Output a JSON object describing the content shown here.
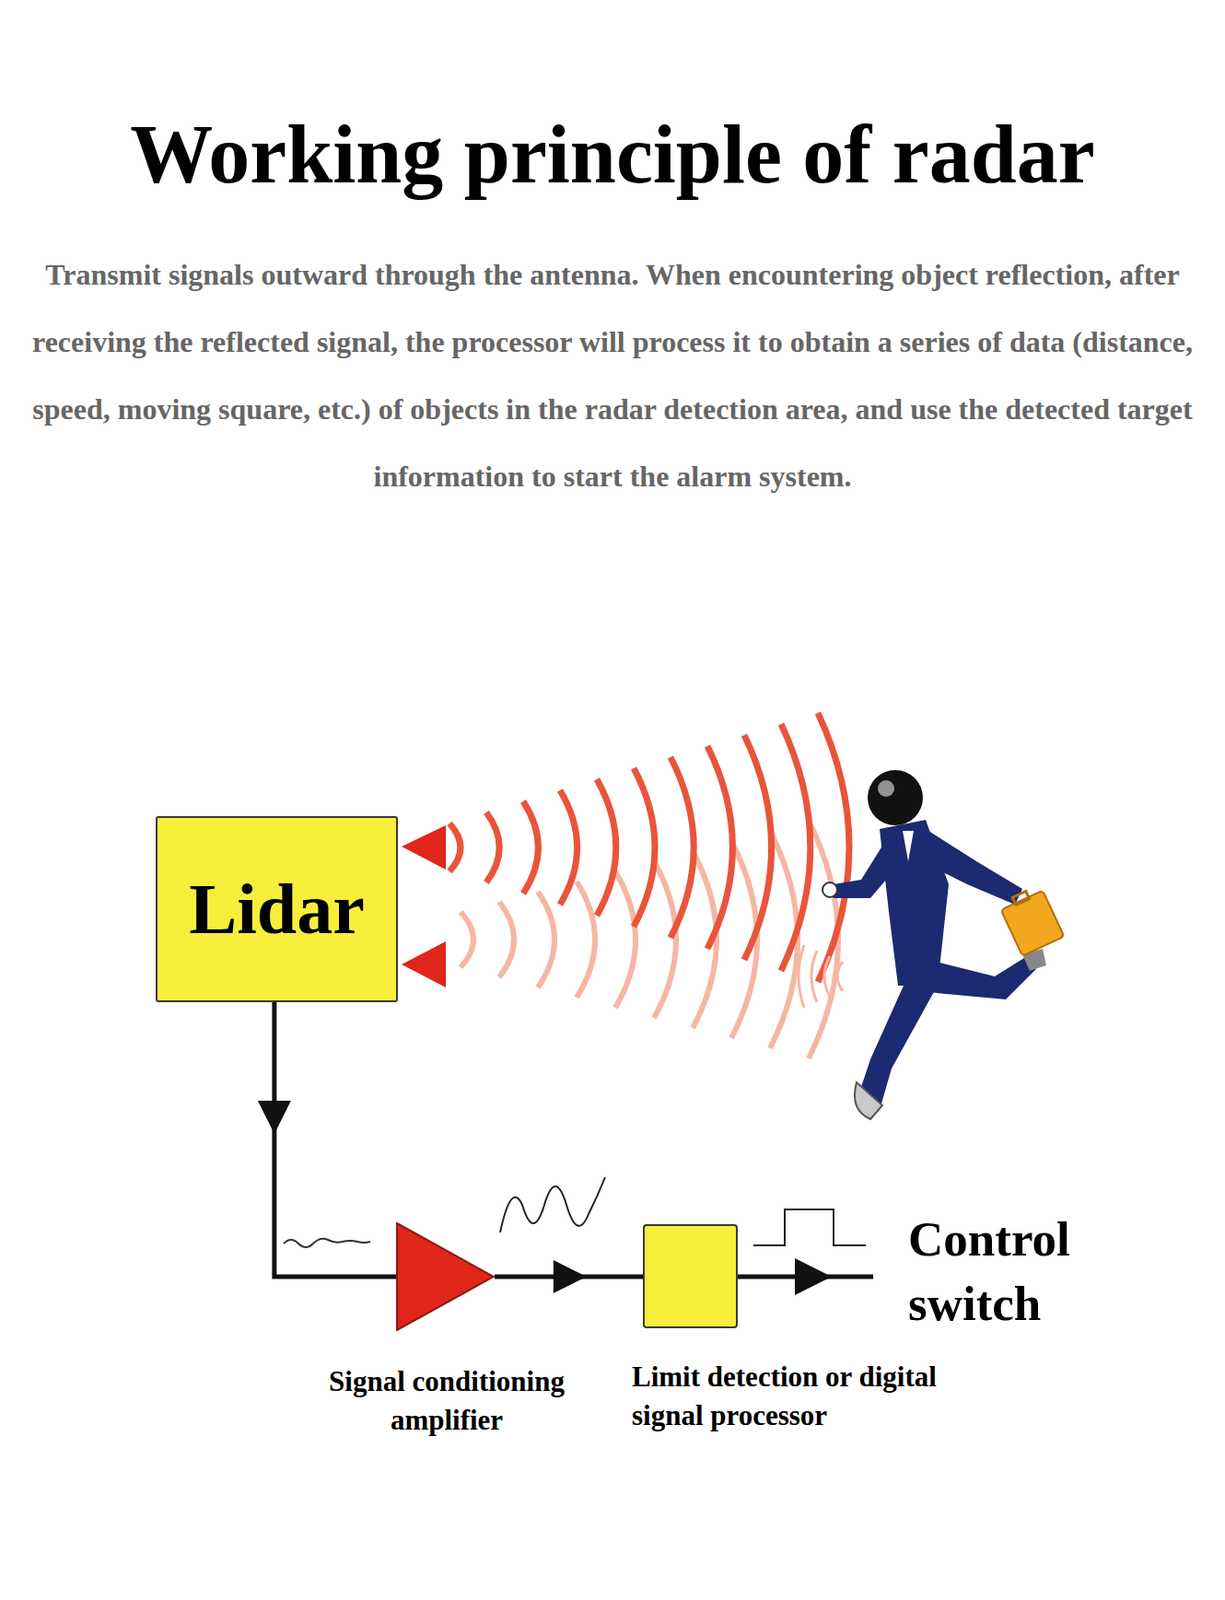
{
  "diagram": {
    "title": "Working principle of radar",
    "caption": "Transmit signals outward through the antenna. When encountering object reflection, after receiving the reflected signal, the processor will process it to obtain a series of data (distance, speed, moving square, etc.) of objects in the radar detection area, and use the detected target information to start the alarm system.",
    "nodes": [
      {
        "text": [
          "Lidar"
        ]
      },
      {
        "text": [
          "Signal conditioning amplifier"
        ]
      },
      {
        "text": [
          "Limit detection or digital signal processor"
        ]
      }
    ],
    "edges": [
      {
        "from": 0,
        "to": 1,
        "arrow": "to"
      },
      {
        "from": 1,
        "to": 2,
        "arrow": "to"
      }
    ],
    "labels": [
      "Control switch"
    ]
  }
}
